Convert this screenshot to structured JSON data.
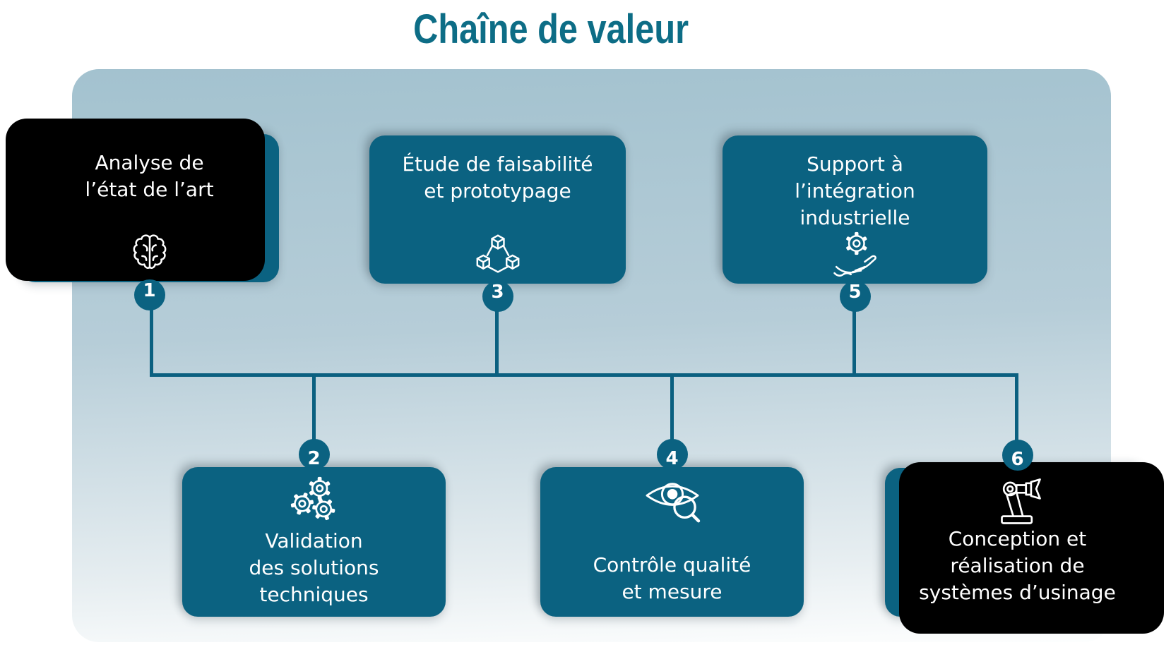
{
  "title": "Chaîne de valeur",
  "colors": {
    "box": "#0b6281",
    "line": "#0b6080",
    "title": "#0d6d86",
    "text": "#ffffff",
    "panel_top": "#a3c2cf",
    "panel_mid": "#b6cdd8",
    "panel_low": "#e7eef1",
    "panel_bottom": "#fdfefe"
  },
  "nodes": [
    {
      "number": "1",
      "label": "Analyse de\nl’état de l’art",
      "icon": "brain-icon"
    },
    {
      "number": "2",
      "label": "Validation\ndes solutions\ntechniques",
      "icon": "gears-icon"
    },
    {
      "number": "3",
      "label": "Étude de faisabilité\net prototypage",
      "icon": "cubes-icon"
    },
    {
      "number": "4",
      "label": "Contrôle qualité\net mesure",
      "icon": "eye-magnifier-icon"
    },
    {
      "number": "5",
      "label": "Support à\nl’intégration\nindustrielle",
      "icon": "hand-gear-icon"
    },
    {
      "number": "6",
      "label": "Conception et\nréalisation de\nsystèmes d’usinage",
      "icon": "robot-arm-icon"
    }
  ]
}
